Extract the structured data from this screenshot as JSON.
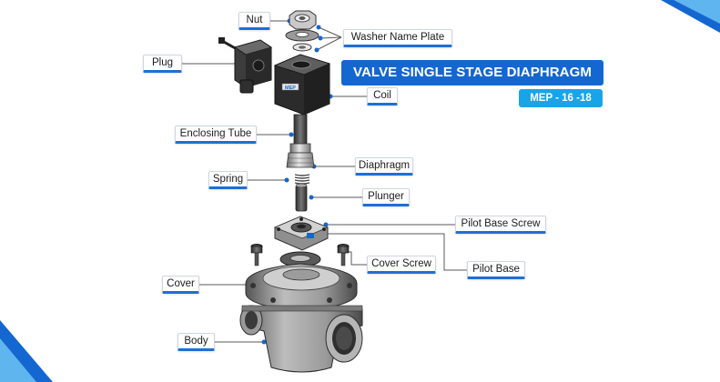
{
  "title": "VALVE SINGLE STAGE DIAPHRAGM",
  "model": "MEP - 16 -18",
  "coil_brand": "MEP",
  "labels": {
    "nut": "Nut",
    "washer_name_plate": "Washer Name Plate",
    "plug": "Plug",
    "coil": "Coil",
    "enclosing_tube": "Enclosing Tube",
    "diaphragm": "Diaphragm",
    "spring": "Spring",
    "plunger": "Plunger",
    "pilot_base_screw": "Pilot Base Screw",
    "cover_screw": "Cover Screw",
    "pilot_base": "Pilot Base",
    "cover": "Cover",
    "body": "Body"
  },
  "colors": {
    "accent": "#1467d0",
    "accent_light": "#1aa4e8",
    "part_dark": "#3a3a3a",
    "part_mid": "#8a8a8a",
    "part_light": "#d4d4d4"
  }
}
